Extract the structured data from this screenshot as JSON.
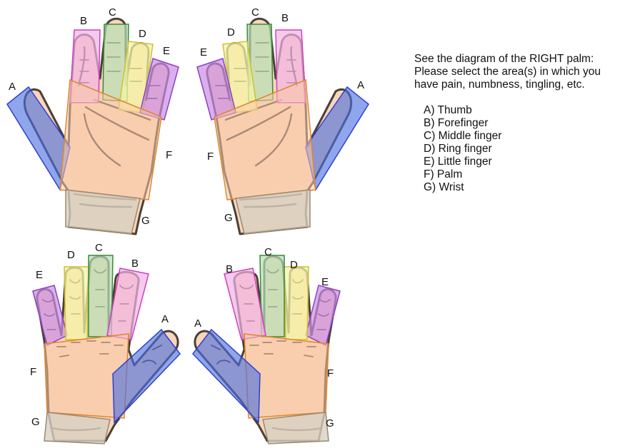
{
  "instructions": {
    "line1": "See the diagram of the RIGHT palm:",
    "line2": "Please select the area(s) in which you",
    "line3": "have pain, numbness, tingling, etc."
  },
  "legend": [
    "A) Thumb",
    "B) Forefinger",
    "C) Middle finger",
    "D) Ring finger",
    "E) Little finger",
    "F) Palm",
    "G) Wrist"
  ],
  "region_letters": {
    "thumb": "A",
    "forefinger": "B",
    "middle": "C",
    "ring": "D",
    "little": "E",
    "palm": "F",
    "wrist": "G"
  },
  "region_colors": {
    "thumb": "#4a6fe0",
    "forefinger": "#f2b3e6",
    "middle": "#b7dfb7",
    "ring": "#f4f4a6",
    "little": "#cc8de8",
    "palm": "#f9c8a8",
    "wrist": "#d8d0c2"
  }
}
